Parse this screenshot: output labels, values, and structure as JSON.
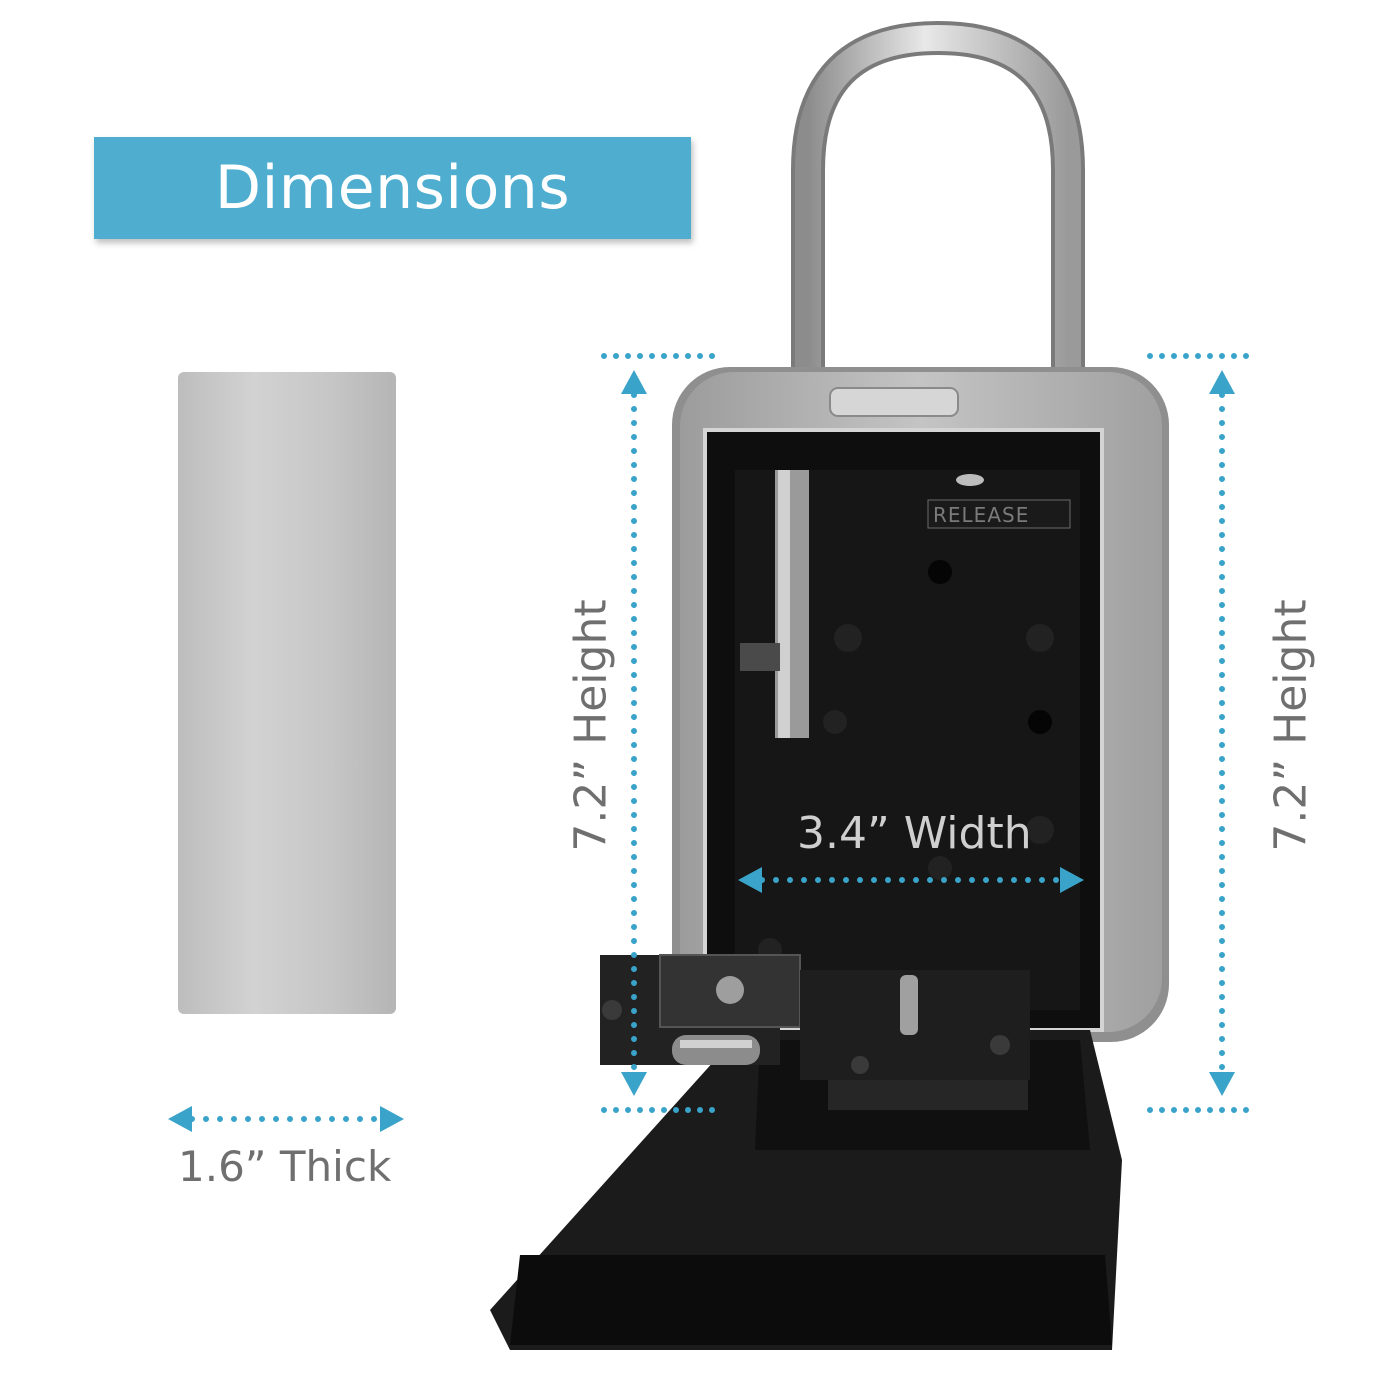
{
  "banner": {
    "title": "Dimensions"
  },
  "dimensions": {
    "thickness": "1.6” Thick",
    "height_left": "7.2” Height",
    "height_right": "7.2” Height",
    "width": "3.4” Width"
  },
  "lock": {
    "embossed_text": "RELEASE"
  },
  "colors": {
    "accent": "#4faed0",
    "label": "#6f6f6f",
    "body_silver": "#b8b8b8",
    "interior": "#111111"
  }
}
